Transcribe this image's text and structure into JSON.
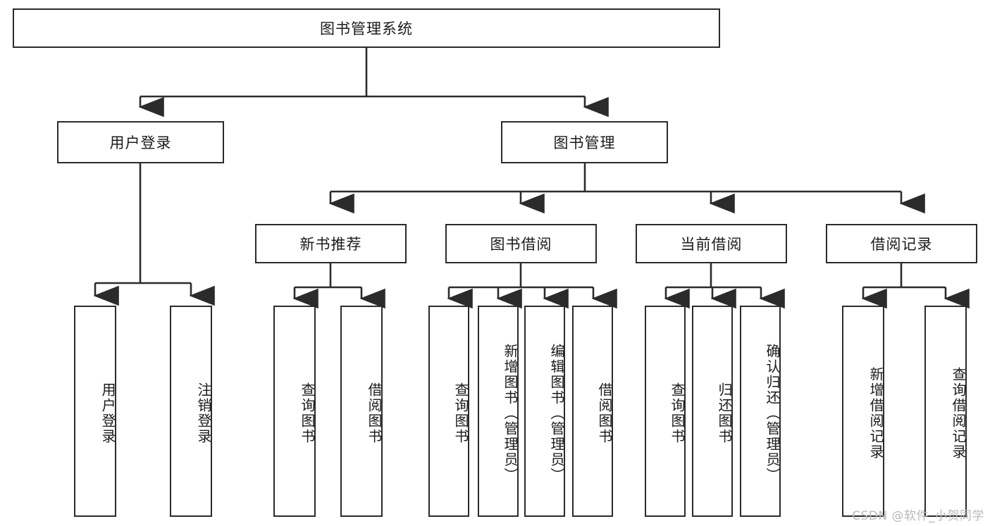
{
  "diagram": {
    "title": "图书管理系统",
    "type": "tree",
    "orientation": "top-down",
    "colors": {
      "box_border": "#2b2b2b",
      "box_fill": "#ffffff",
      "connector": "#2b2b2b",
      "text": "#1b1b1b",
      "watermark": "#b9b9b9"
    },
    "root": {
      "label": "图书管理系统"
    },
    "level2": [
      {
        "label": "用户登录"
      },
      {
        "label": "图书管理"
      }
    ],
    "level3": [
      {
        "label": "新书推荐"
      },
      {
        "label": "图书借阅"
      },
      {
        "label": "当前借阅"
      },
      {
        "label": "借阅记录"
      }
    ],
    "leaves": {
      "user_login": [
        {
          "label": "用户登录"
        },
        {
          "label": "注销登录"
        }
      ],
      "new_book": [
        {
          "label": "查询图书"
        },
        {
          "label": "借阅图书"
        }
      ],
      "book_borrow": [
        {
          "label": "查询图书"
        },
        {
          "label": "新增图书（管理员）"
        },
        {
          "label": "编辑图书（管理员）"
        },
        {
          "label": "借阅图书"
        }
      ],
      "current_borrow": [
        {
          "label": "查询图书"
        },
        {
          "label": "归还图书"
        },
        {
          "label": "确认归还（管理员）"
        }
      ],
      "borrow_record": [
        {
          "label": "新增借阅记录"
        },
        {
          "label": "查询借阅记录"
        }
      ]
    }
  },
  "watermark": {
    "text": "CSDN @软件_小贺同学"
  }
}
